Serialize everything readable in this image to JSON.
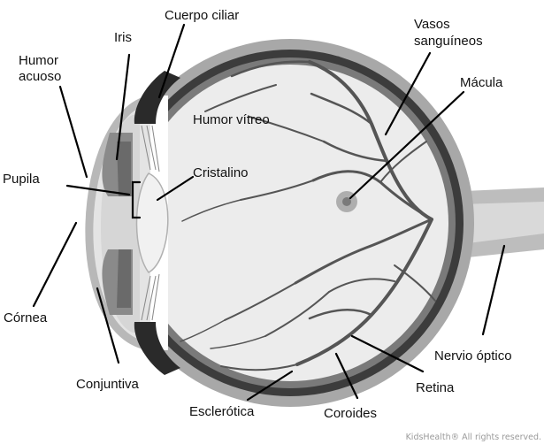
{
  "colors": {
    "background": "#ffffff",
    "sclera": "#a8a8a8",
    "choroid": "#3c3c3c",
    "retina": "#7a7a7a",
    "vitreous": "#ececec",
    "cornea": "#c9c9c9",
    "iris": "#8a8a8a",
    "ciliary_body": "#2a2a2a",
    "lens": "#f1f1f1",
    "vessels": "#555555",
    "macula": "#9a9a9a",
    "optic_nerve": "#bdbdbd",
    "leader_lines": "#000000"
  },
  "labels": {
    "humor_acuoso": [
      "Humor",
      "acuoso"
    ],
    "iris": "Iris",
    "cuerpo_ciliar": "Cuerpo ciliar",
    "vasos_sanguineos": [
      "Vasos",
      "sanguíneos"
    ],
    "macula": "Mácula",
    "humor_vitreo": "Humor vítreo",
    "pupila": "Pupila",
    "cristalino": "Cristalino",
    "cornea": "Córnea",
    "conjuntiva": "Conjuntiva",
    "esclerotica": "Esclerótica",
    "coroides": "Coroides",
    "retina": "Retina",
    "nervio_optico": "Nervio óptico"
  },
  "credit": "KidsHealth® All rights reserved."
}
